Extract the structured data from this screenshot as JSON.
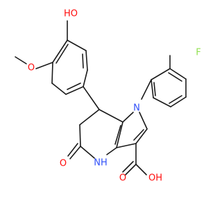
{
  "molecule": {
    "atom_labels": {
      "ho_top": "HO",
      "o_methoxy": "O",
      "f": "F",
      "n1": "N",
      "o_keto": "O",
      "nh": "NH",
      "o_acid": "O",
      "oh_acid": "OH"
    },
    "colors": {
      "bond": "#1a1a1a",
      "oxygen": "#ff0d0d",
      "nitrogen": "#3050f8",
      "fluorine": "#90e050"
    }
  }
}
